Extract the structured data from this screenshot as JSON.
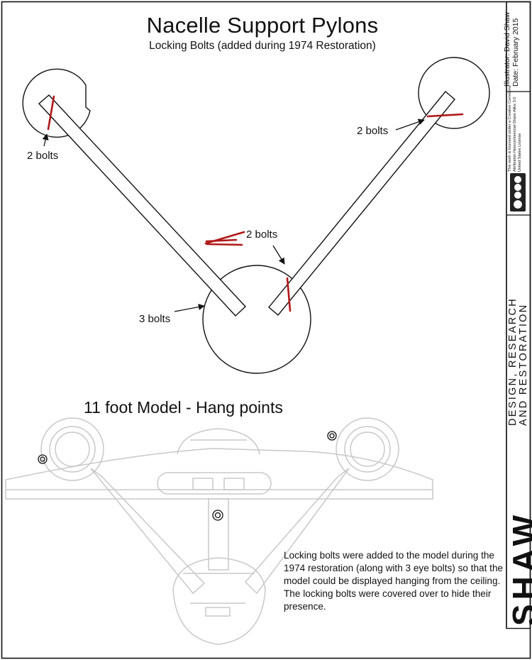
{
  "title": "Nacelle Support Pylons",
  "subtitle": "Locking Bolts (added during 1974 Restoration)",
  "labels": {
    "left_top": "2 bolts",
    "right_top": "2 bolts",
    "center_right": "2 bolts",
    "center_left": "3 bolts"
  },
  "section_title": "11 foot Model - Hang points",
  "note": "Locking bolts were added to the model during the 1974 restoration (along with 3 eye bolts) so that the model could be displayed hanging from the ceiling. The locking bolts were covered over to hide their presence.",
  "sidebar": {
    "illustrator": "Illustrator: David Shaw",
    "date": "Date: February 2015",
    "license_line1": "This work is licensed under a Creative Commons",
    "license_line2": "Attribution-Noncommercial-Share Alike 3.0",
    "license_line3": "United States License",
    "cc_badge": "BY NC SA",
    "brand": "SHAW",
    "brand_line1": "DESIGN, RESEARCH",
    "brand_line2": "AND RESTORATION"
  },
  "colors": {
    "bolt": "#b01818",
    "line": "#111111",
    "faded": "#c8c8c8"
  },
  "icons": [
    "creative-commons-icon",
    "attribution-icon",
    "noncommercial-icon",
    "share-alike-icon",
    "eye-bolt-icon"
  ]
}
